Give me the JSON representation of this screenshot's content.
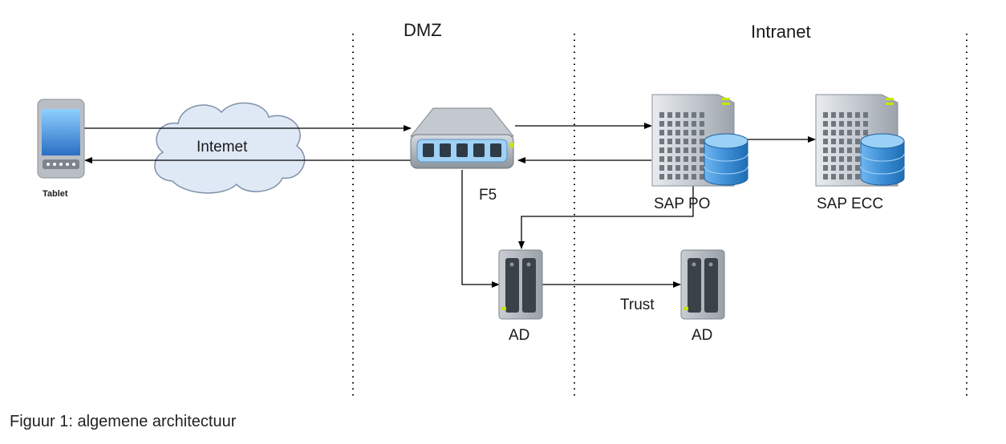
{
  "zones": {
    "dmz": "DMZ",
    "intranet": "Intranet"
  },
  "nodes": {
    "tablet": "Tablet",
    "internet": "Intemet",
    "f5": "F5",
    "sap_po": "SAP PO",
    "sap_ecc": "SAP ECC",
    "ad_dmz": "AD",
    "ad_intranet": "AD"
  },
  "edges": {
    "trust": "Trust"
  },
  "caption": "Figuur 1: algemene architectuur",
  "colors": {
    "line": "#000000",
    "cloud_fill": "#dfe8f5",
    "cloud_stroke": "#7f90a8",
    "database": "#3d8fd6",
    "server": "#9aa0a6",
    "led": "#c8e600",
    "tablet_screen": "#3b8fe0"
  }
}
